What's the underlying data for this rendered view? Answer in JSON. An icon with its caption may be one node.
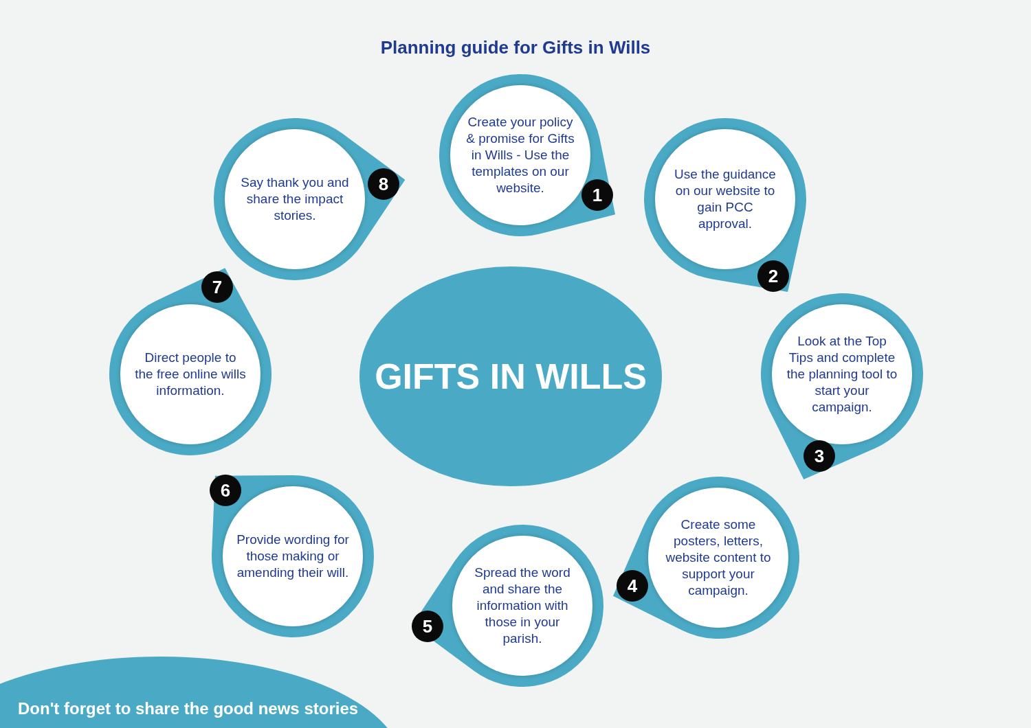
{
  "diagram": {
    "title": "Planning guide for Gifts in Wills",
    "nodes": [
      {
        "text": [
          "GIFTS IN WILLS"
        ]
      },
      {
        "text": [
          "Create your policy & promise for Gifts in Wills - Use the templates on our website.",
          "1"
        ]
      },
      {
        "text": [
          "Use the guidance on our website to gain PCC approval.",
          "2"
        ]
      },
      {
        "text": [
          "Look at the Top Tips and complete the planning tool to start your campaign.",
          "3"
        ]
      },
      {
        "text": [
          "4",
          "Create some posters, letters, website content to support your campaign."
        ]
      },
      {
        "text": [
          "5",
          "Spread the word and share the information with those in your parish."
        ]
      },
      {
        "text": [
          "6",
          "Provide wording for those making or amending their will."
        ]
      },
      {
        "text": [
          "7",
          "Direct people to the free online wills information."
        ]
      },
      {
        "text": [
          "Say thank you and share the impact stories.",
          "8"
        ]
      },
      {
        "text": [
          "Don't forget to share the good news stories"
        ]
      }
    ]
  }
}
